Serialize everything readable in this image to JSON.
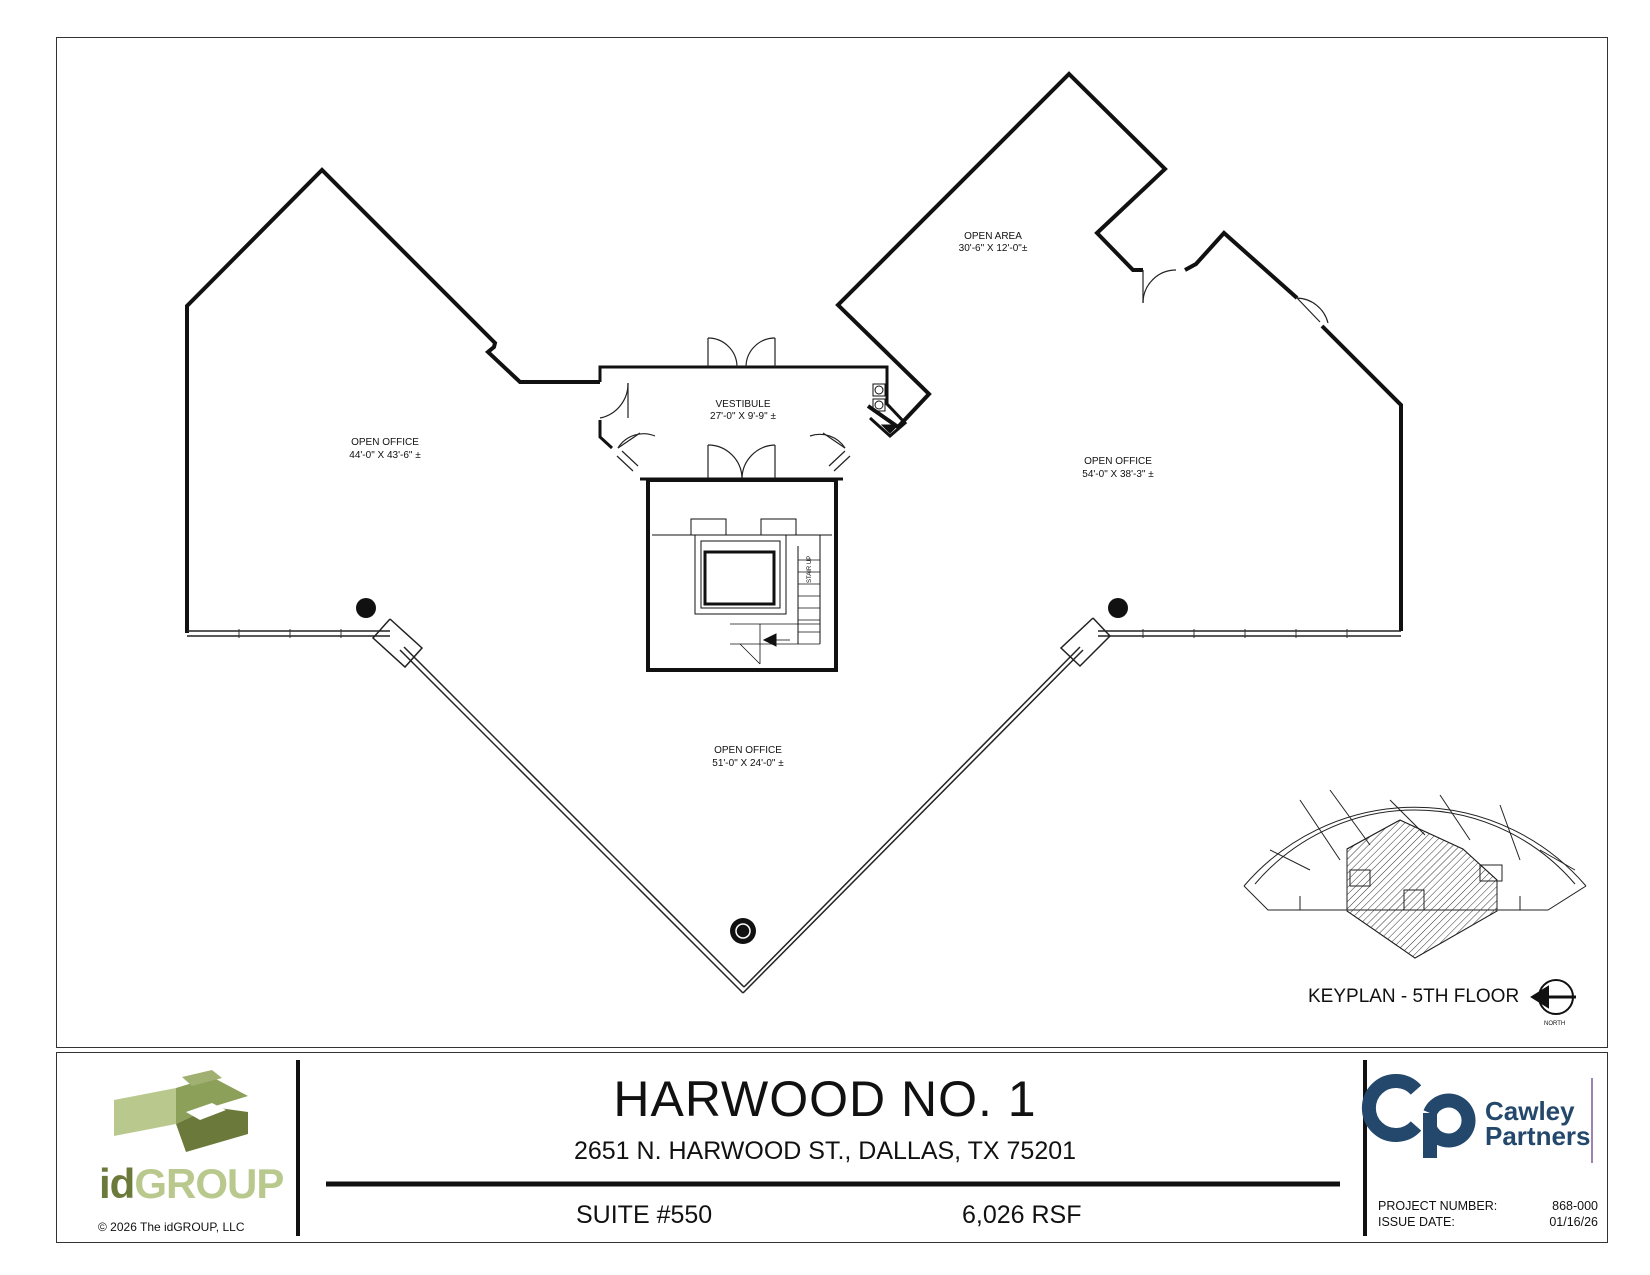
{
  "rooms": [
    {
      "name": "OPEN AREA",
      "dims": "30'-6\" X 12'-0\"±"
    },
    {
      "name": "VESTIBULE",
      "dims": "27'-0\" X 9'-9\" ±"
    },
    {
      "name": "OPEN OFFICE",
      "dims": "44'-0\" X 43'-6\" ±"
    },
    {
      "name": "OPEN OFFICE",
      "dims": "54'-0\" X 38'-3\" ±"
    },
    {
      "name": "OPEN OFFICE",
      "dims": "51'-0\" X 24'-0\" ±"
    }
  ],
  "stair_label": "STAIR UP",
  "keyplan": {
    "label": "KEYPLAN - 5TH FLOOR",
    "north": "NORTH"
  },
  "title_block": {
    "project_name": "HARWOOD NO. 1",
    "address": "2651 N. HARWOOD ST., DALLAS, TX 75201",
    "suite": "SUITE #550",
    "area": "6,026 RSF",
    "copyright": "© 2026 The idGROUP, LLC",
    "logo_left": {
      "id": "id",
      "group": "GROUP"
    },
    "logo_right": {
      "name_line1": "Cawley",
      "name_line2": "Partners"
    },
    "project_number_label": "PROJECT NUMBER:",
    "project_number": "868-000",
    "issue_date_label": "ISSUE DATE:",
    "issue_date": "01/16/26"
  },
  "colors": {
    "ink": "#111111",
    "idgroup_dark": "#6b7a3a",
    "idgroup_light": "#b9c98e",
    "cawley_navy": "#23486c",
    "cawley_accent": "#7b5a9a"
  }
}
